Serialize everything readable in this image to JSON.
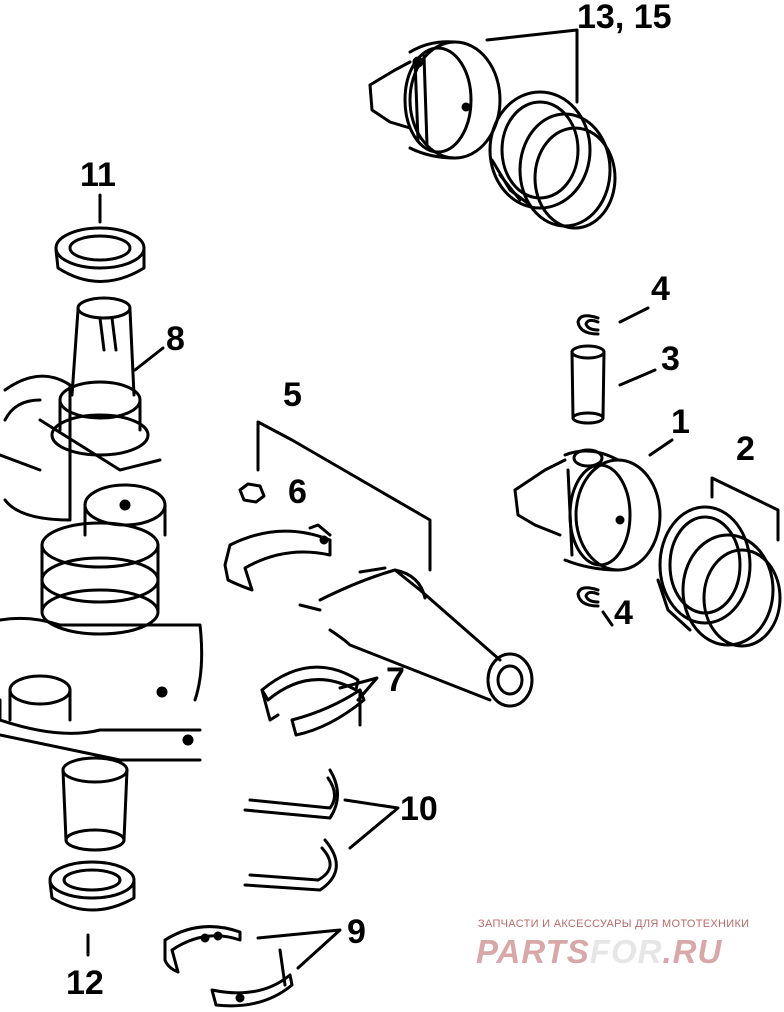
{
  "callouts": {
    "c1": "1",
    "c2": "2",
    "c3": "3",
    "c4a": "4",
    "c4b": "4",
    "c5": "5",
    "c6": "6",
    "c7": "7",
    "c8": "8",
    "c9": "9",
    "c10": "10",
    "c11": "11",
    "c12": "12",
    "c13_15": "13, 15"
  },
  "watermark": {
    "tagline": "ЗАПЧАСТИ И АКСЕССУАРЫ ДЛЯ МОТОТЕХНИКИ",
    "logo_part1": "PARTS",
    "logo_part2": "FOR",
    "logo_part3": ".RU"
  },
  "colors": {
    "line": "#000000",
    "background": "#ffffff",
    "watermark": "#c46060"
  }
}
